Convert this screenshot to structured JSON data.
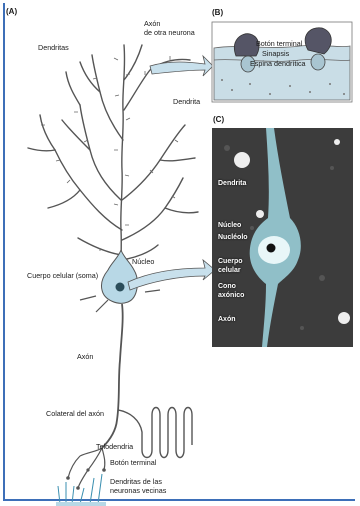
{
  "panels": {
    "a": "(A)",
    "b": "(B)",
    "c": "(C)"
  },
  "panel_a_labels": {
    "dendritas": "Dendritas",
    "axon_otra_1": "Axón",
    "axon_otra_2": "de otra neurona",
    "dendrita": "Dendrita",
    "nucleo": "Núcleo",
    "cuerpo": "Cuerpo celular (soma)",
    "axon": "Axón",
    "colateral": "Colateral del axón",
    "telodendria": "Telodendria",
    "boton": "Botón terminal",
    "vecinas_1": "Dendritas de las",
    "vecinas_2": "neuronas vecinas"
  },
  "panel_b_labels": {
    "boton": "Botón terminal",
    "sinapsis": "Sinapsis",
    "espina": "Espina dendrítica"
  },
  "panel_c_labels": {
    "dendrita": "Dendrita",
    "nucleo": "Núcleo",
    "nucleolo": "Nucléolo",
    "cuerpo_1": "Cuerpo",
    "cuerpo_2": "celular",
    "cono_1": "Cono",
    "cono_2": "axónico",
    "axon": "Axón"
  },
  "colors": {
    "border": "#3d6fb8",
    "neuron_stroke": "#555555",
    "soma_fill": "#b8d8e6",
    "arrow_fill": "#c8e0ec",
    "micro_bg": "#3c3c3c",
    "micro_cell": "#9fd6e0"
  }
}
